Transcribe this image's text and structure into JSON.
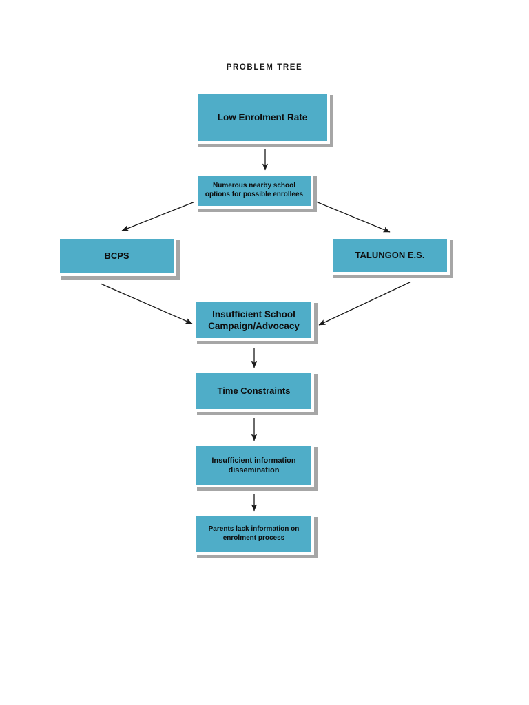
{
  "document": {
    "title": "PROBLEM TREE"
  },
  "diagram": {
    "type": "problem-tree-flowchart",
    "colors": {
      "node_fill": "#4FADC8",
      "node_border": "#FFFFFF",
      "node_shadow": "#A6A6A6",
      "text": "#0D0D0D",
      "arrow": "#1A1A1A",
      "background": "#FFFFFF"
    },
    "nodes": [
      {
        "id": "root",
        "label": "Low Enrolment Rate"
      },
      {
        "id": "cause",
        "label": "Numerous nearby school\noptions for possible enrollees"
      },
      {
        "id": "left",
        "label": "BCPS"
      },
      {
        "id": "right",
        "label": "TALUNGON E.S."
      },
      {
        "id": "mid",
        "label": "Insufficient School\nCampaign/Advocacy"
      },
      {
        "id": "time",
        "label": "Time Constraints"
      },
      {
        "id": "info",
        "label": "Insufficient information\ndissemination"
      },
      {
        "id": "parents",
        "label": "Parents lack information on\nenrolment process"
      }
    ],
    "edges": [
      {
        "id": "root-to-cause",
        "from": "root",
        "to": "cause",
        "style": "vertical-arrow"
      },
      {
        "id": "cause-to-left",
        "from": "cause",
        "to": "left",
        "style": "diagonal-arrow"
      },
      {
        "id": "cause-to-right",
        "from": "cause",
        "to": "right",
        "style": "diagonal-arrow"
      },
      {
        "id": "left-to-mid",
        "from": "left",
        "to": "mid",
        "style": "diagonal-arrow"
      },
      {
        "id": "right-to-mid",
        "from": "right",
        "to": "mid",
        "style": "diagonal-arrow"
      },
      {
        "id": "mid-to-time",
        "from": "mid",
        "to": "time",
        "style": "vertical-arrow"
      },
      {
        "id": "time-to-info",
        "from": "time",
        "to": "info",
        "style": "vertical-arrow"
      },
      {
        "id": "info-to-parents",
        "from": "info",
        "to": "parents",
        "style": "vertical-arrow"
      }
    ]
  }
}
